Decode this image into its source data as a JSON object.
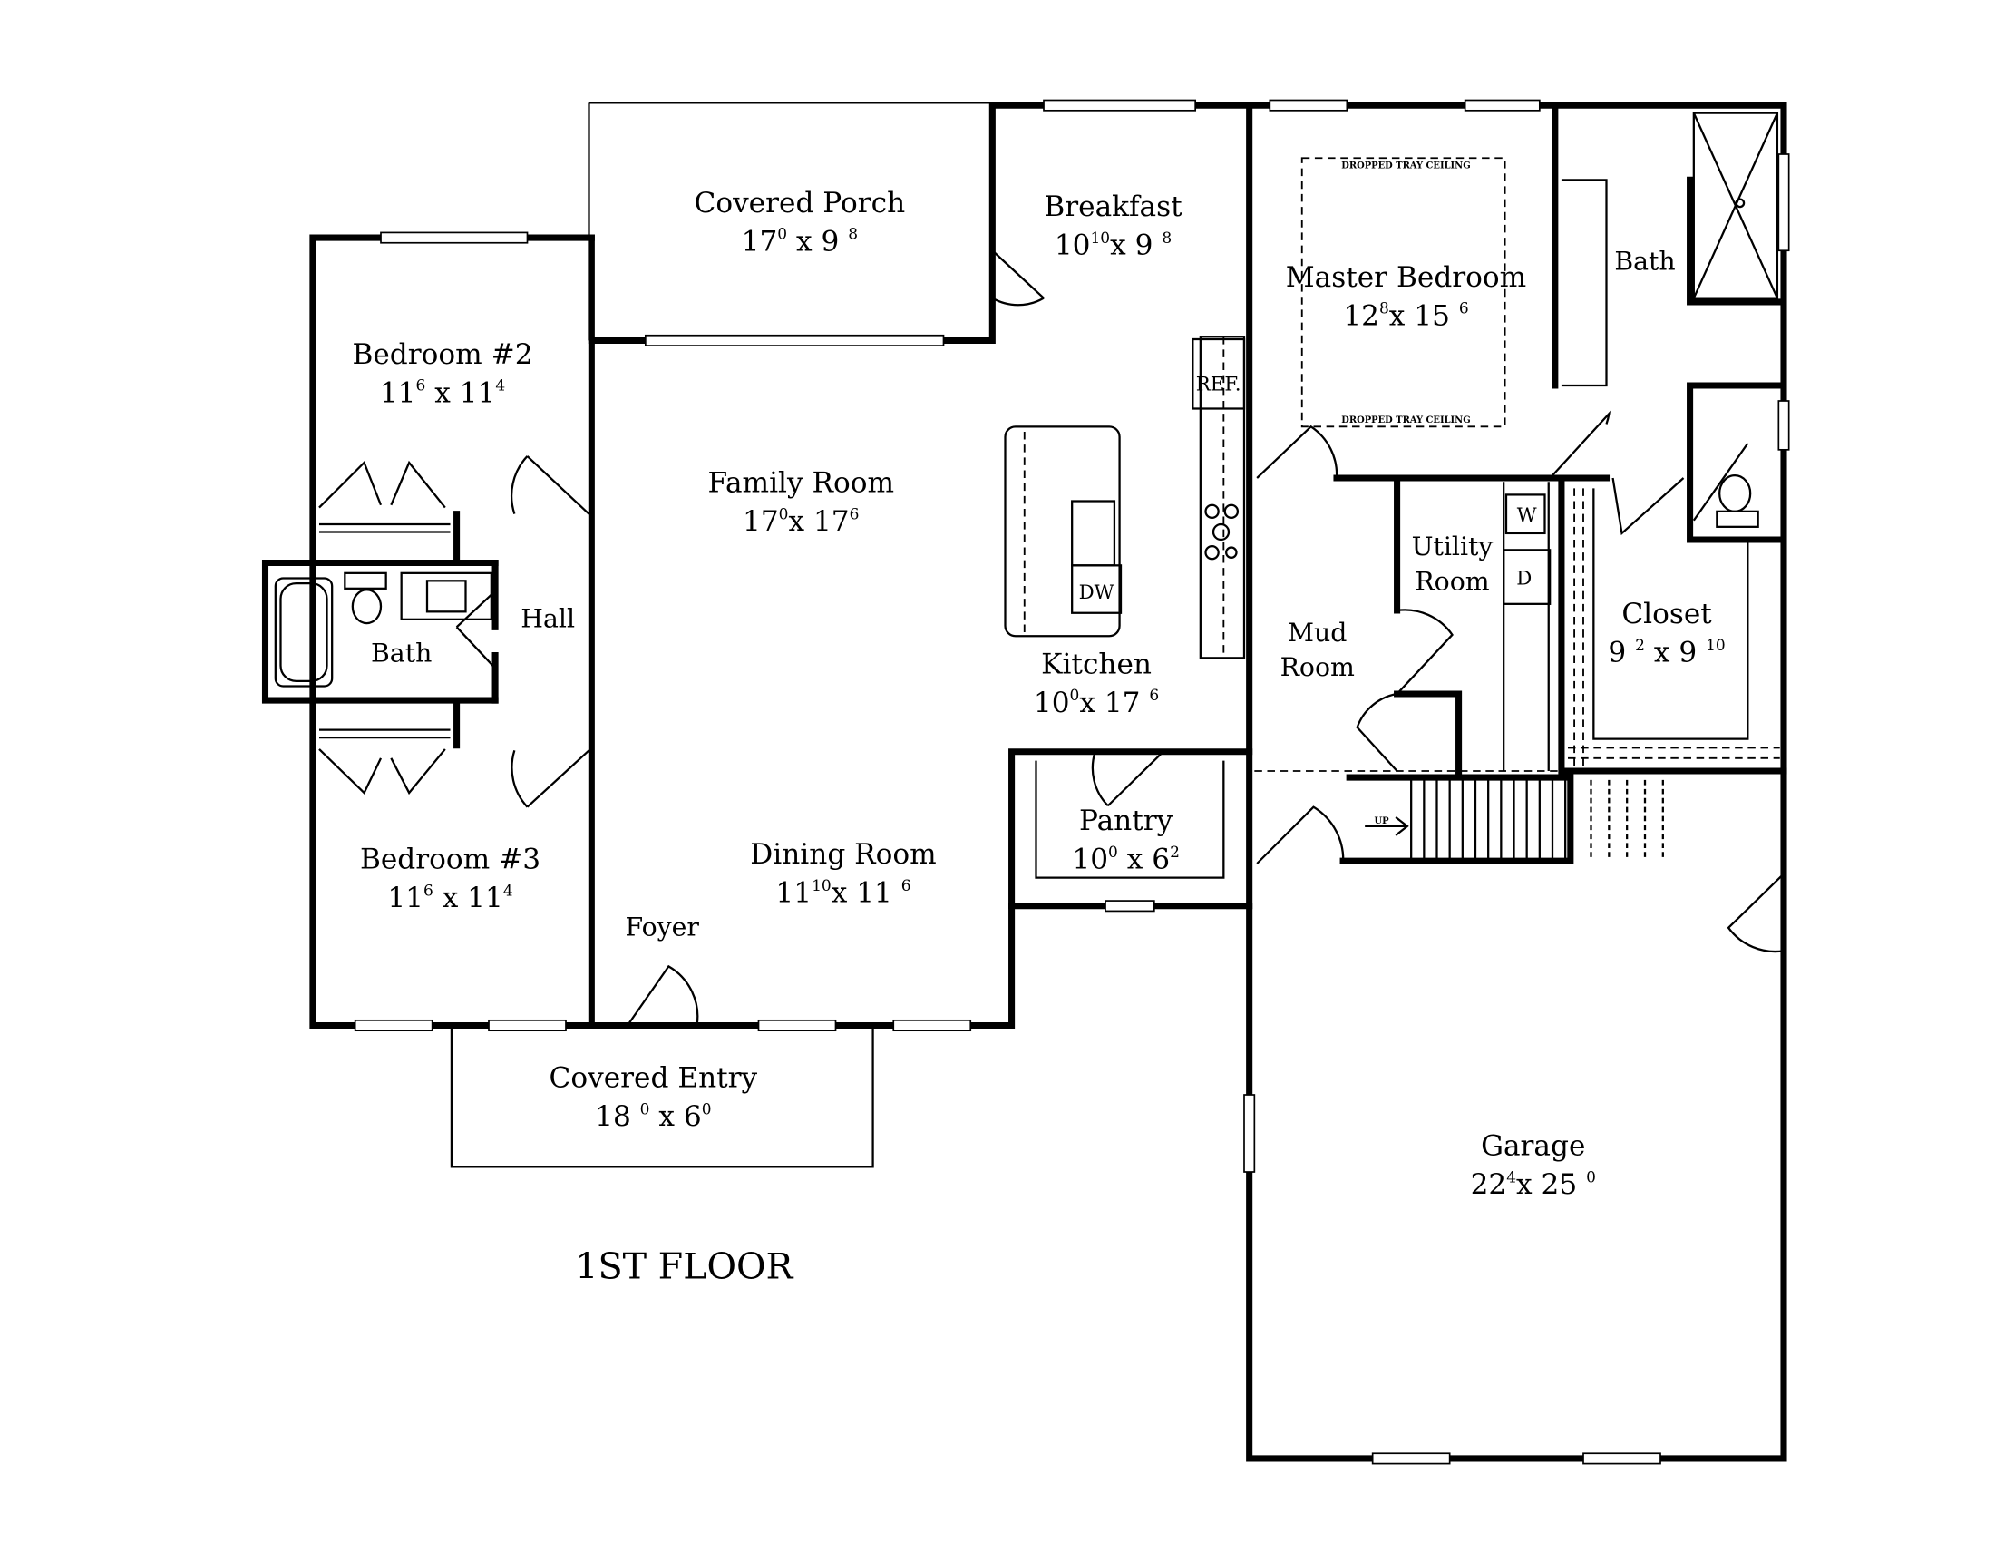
{
  "plan": {
    "title": "1ST FLOOR",
    "colors": {
      "line": "#000000",
      "background": "#ffffff"
    },
    "rooms": [
      {
        "id": "covered-porch",
        "name": "Covered Porch",
        "dims": [
          "17",
          "0",
          " x 9 ",
          "8"
        ]
      },
      {
        "id": "breakfast",
        "name": "Breakfast",
        "dims": [
          "10",
          "10",
          "x 9 ",
          "8"
        ]
      },
      {
        "id": "master-bedroom",
        "name": "Master Bedroom",
        "dims": [
          "12",
          "8",
          "x 15 ",
          "6"
        ]
      },
      {
        "id": "master-bath",
        "name": "Bath",
        "dims": []
      },
      {
        "id": "bedroom-2",
        "name": "Bedroom #2",
        "dims": [
          "11",
          "6",
          " x 11",
          "4"
        ]
      },
      {
        "id": "family-room",
        "name": "Family Room",
        "dims": [
          "17",
          "0",
          "x 17",
          "6"
        ]
      },
      {
        "id": "hall-bath",
        "name": "Bath",
        "dims": []
      },
      {
        "id": "hall",
        "name": "Hall",
        "dims": []
      },
      {
        "id": "utility-room",
        "name": "Utility\nRoom",
        "dims": []
      },
      {
        "id": "closet",
        "name": "Closet",
        "dims": [
          "9 ",
          "2",
          " x 9 ",
          "10"
        ]
      },
      {
        "id": "kitchen",
        "name": "Kitchen",
        "dims": [
          "10",
          "0",
          "x 17 ",
          "6"
        ]
      },
      {
        "id": "mud-room",
        "name": "Mud\nRoom",
        "dims": []
      },
      {
        "id": "pantry",
        "name": "Pantry",
        "dims": [
          "10",
          "0",
          " x 6",
          "2"
        ]
      },
      {
        "id": "dining-room",
        "name": "Dining Room",
        "dims": [
          "11",
          "10",
          "x 11 ",
          "6"
        ]
      },
      {
        "id": "bedroom-3",
        "name": "Bedroom #3",
        "dims": [
          "11",
          "6",
          " x 11",
          "4"
        ]
      },
      {
        "id": "foyer",
        "name": "Foyer",
        "dims": []
      },
      {
        "id": "covered-entry",
        "name": "Covered Entry",
        "dims": [
          "18 ",
          "0",
          " x 6",
          "0"
        ]
      },
      {
        "id": "garage",
        "name": "Garage",
        "dims": [
          "22",
          "4",
          "x 25 ",
          "0"
        ]
      }
    ],
    "annotations": {
      "tray_ceiling": "DROPPED TRAY CEILING",
      "refrigerator": "REF.",
      "dishwasher": "DW",
      "washer": "W",
      "dryer": "D",
      "stairs_up": "UP"
    }
  }
}
